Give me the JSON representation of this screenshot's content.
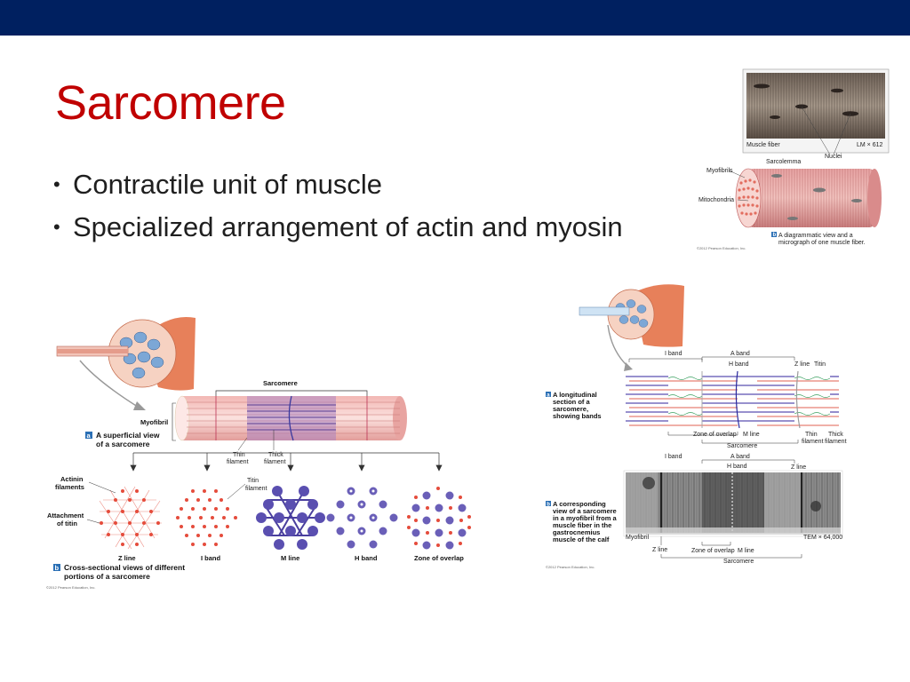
{
  "slide": {
    "title": "Sarcomere",
    "bullets": [
      "Contractile unit of muscle",
      "Specialized arrangement of actin and myosin"
    ]
  },
  "colors": {
    "header_bar": "#002060",
    "title": "#c00000",
    "text": "#1f1f1f"
  },
  "figure_top_right": {
    "muscle_fiber": "Muscle fiber",
    "magnification": "LM × 612",
    "nuclei": "Nuclei",
    "sarcolemma": "Sarcolemma",
    "myofibrils": "Myofibrils",
    "mitochondria": "Mitochondria",
    "caption_letter": "b",
    "caption_line1": "A diagrammatic view and a",
    "caption_line2": "micrograph of one muscle fiber.",
    "copyright": "©2012 Pearson Education, Inc."
  },
  "figure_left": {
    "sarcomere": "Sarcomere",
    "myofibril": "Myofibril",
    "caption_a_letter": "a",
    "caption_a_line1": "A superficial view",
    "caption_a_line2": "of a sarcomere",
    "thin_filament_1": "Thin",
    "thin_filament_2": "filament",
    "thick_filament_1": "Thick",
    "thick_filament_2": "filament",
    "titin_1": "Titin",
    "titin_2": "filament",
    "actinin_1": "Actinin",
    "actinin_2": "filaments",
    "attachment_1": "Attachment",
    "attachment_2": "of titin",
    "z_line": "Z line",
    "i_band": "I band",
    "m_line": "M line",
    "h_band": "H band",
    "zone_overlap": "Zone of overlap",
    "caption_b_letter": "b",
    "caption_b_line1": "Cross-sectional views of different",
    "caption_b_line2": "portions of a sarcomere",
    "copyright": "©2012 Pearson Education, Inc."
  },
  "figure_right": {
    "i_band": "I band",
    "a_band": "A band",
    "h_band": "H band",
    "z_line": "Z line",
    "titin": "Titin",
    "caption_a_letter": "a",
    "caption_a_lines": [
      "A longitudinal",
      "section of a",
      "sarcomere,",
      "showing bands"
    ],
    "zone_overlap": "Zone of overlap",
    "m_line": "M line",
    "sarcomere": "Sarcomere",
    "thin_1": "Thin",
    "thin_2": "filament",
    "thick_1": "Thick",
    "thick_2": "filament",
    "i_band_2": "I band",
    "a_band_2": "A band",
    "h_band_2": "H band",
    "z_line_2": "Z line",
    "caption_b_letter": "b",
    "caption_b_lines": [
      "A corresponding",
      "view of a sarcomere",
      "in a myofibril from a",
      "muscle fiber in the",
      "gastrocnemius",
      "muscle of the calf"
    ],
    "myofibril": "Myofibril",
    "magnification": "TEM × 64,000",
    "z_line_3": "Z line",
    "zone_overlap_2": "Zone of overlap",
    "m_line_2": "M line",
    "sarcomere_2": "Sarcomere",
    "copyright": "©2012 Pearson Education, Inc."
  }
}
